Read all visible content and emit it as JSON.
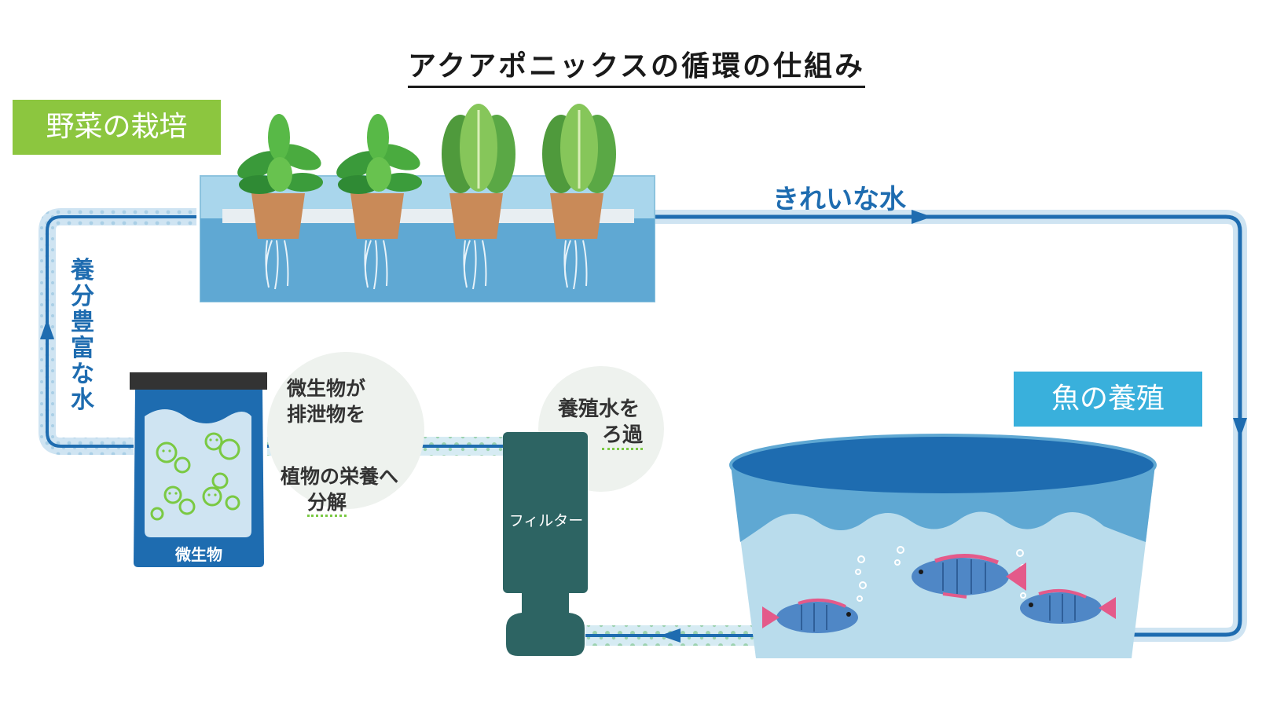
{
  "title": "アクアポニックスの循環の仕組み",
  "labels": {
    "vegetables": "野菜の栽培",
    "fish": "魚の養殖",
    "clean_water": "きれいな水",
    "nutrient_water": "養分豊富な水",
    "microbes_bubble_line1": "微生物が",
    "microbes_bubble_line2": "排泄物を",
    "microbes_bubble_line3": "植物の栄養へ",
    "microbes_bubble_line4": "分解",
    "filter_bubble_line1": "養殖水を",
    "filter_bubble_line2": "ろ過",
    "filter": "フィルター",
    "microbes": "微生物"
  },
  "colors": {
    "green_label": "#8cc63f",
    "blue_label": "#39b0dc",
    "pipe_dark": "#1e6cb0",
    "pipe_light": "#cfe4f2",
    "tank_water": "#5fa8d3",
    "filter": "#2d6463",
    "bubble_bg": "#eef2ee"
  }
}
